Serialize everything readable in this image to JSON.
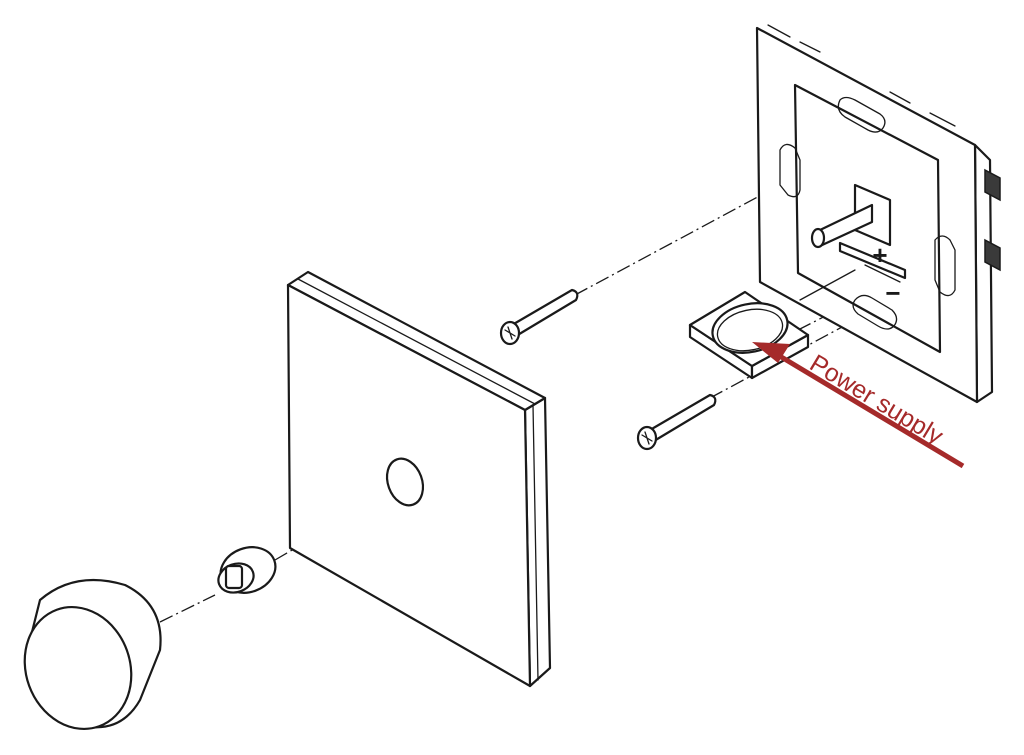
{
  "annotation": {
    "label": "Power supply",
    "color": "#a52a2a"
  },
  "polarity": {
    "plus": "+",
    "minus": "−"
  },
  "components": [
    {
      "name": "knob-cap",
      "icon": "knob-cap-icon"
    },
    {
      "name": "shaft-adapter",
      "icon": "adapter-icon"
    },
    {
      "name": "cover-plate",
      "icon": "cover-plate-icon"
    },
    {
      "name": "mounting-screw-upper",
      "icon": "screw-icon"
    },
    {
      "name": "mounting-screw-lower",
      "icon": "screw-icon"
    },
    {
      "name": "coin-battery",
      "icon": "battery-icon"
    },
    {
      "name": "back-frame",
      "icon": "frame-icon"
    }
  ]
}
